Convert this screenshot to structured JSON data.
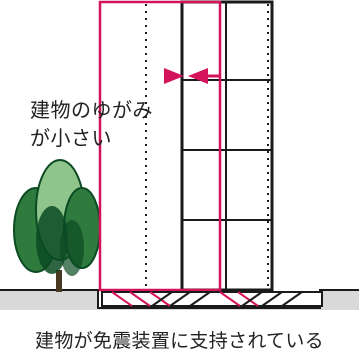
{
  "diagram": {
    "top_caption_line1": "建物のゆがみ",
    "top_caption_line2": "が小さい",
    "bottom_caption": "建物が免震装置に支持されている",
    "colors": {
      "accent": "#d4145a",
      "frame": "#1a1a1a",
      "ground": "#d9d9d9",
      "tree_dark": "#0b4a22",
      "tree_mid": "#2f7a3d",
      "tree_light": "#8fc58a"
    },
    "icons": [
      "tree-icon",
      "arrow-left-icon",
      "arrow-right-icon"
    ]
  }
}
